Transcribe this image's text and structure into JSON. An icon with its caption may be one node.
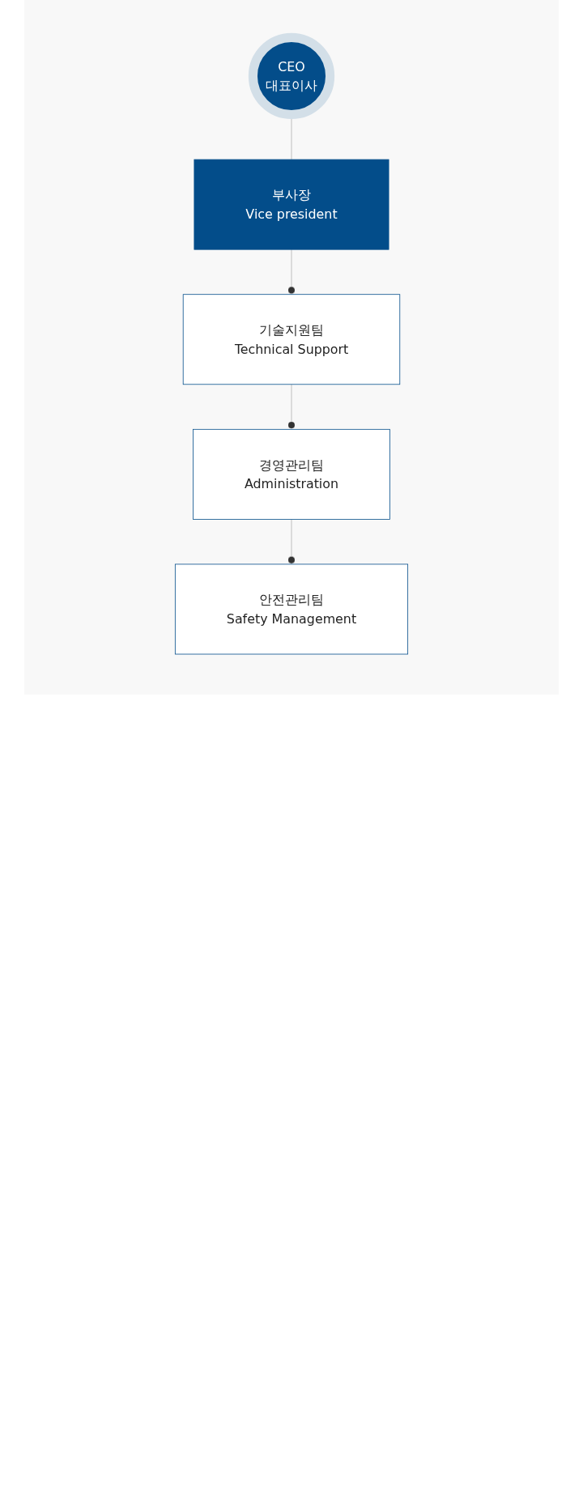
{
  "diagram": {
    "nodes": [
      {
        "text": [
          "CEO",
          "대표이사"
        ]
      },
      {
        "text": [
          "부사장",
          "Vice president"
        ]
      },
      {
        "text": [
          "기술지원팀",
          "Technical Support"
        ]
      },
      {
        "text": [
          "경영관리팀",
          "Administration"
        ]
      },
      {
        "text": [
          "안전관리팀",
          "Safety Management"
        ]
      }
    ],
    "edges": [
      {
        "from": 0,
        "to": 1,
        "arrow": "none"
      },
      {
        "from": 1,
        "to": 2,
        "arrow": "other"
      },
      {
        "from": 2,
        "to": 3,
        "arrow": "other"
      },
      {
        "from": 3,
        "to": 4,
        "arrow": "other"
      }
    ]
  }
}
